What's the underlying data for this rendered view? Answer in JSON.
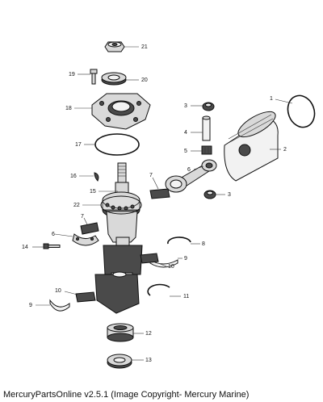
{
  "callouts": {
    "c1": "1",
    "c2": "2",
    "c3a": "3",
    "c3b": "3",
    "c4": "4",
    "c5": "5",
    "c6a": "6",
    "c6b": "6",
    "c7a": "7",
    "c7b": "7",
    "c8": "8",
    "c9a": "9",
    "c9b": "9",
    "c10a": "10",
    "c10b": "10",
    "c11": "11",
    "c12": "12",
    "c13": "13",
    "c14": "14",
    "c15": "15",
    "c16": "16",
    "c17": "17",
    "c18": "18",
    "c19": "19",
    "c20": "20",
    "c21": "21",
    "c22": "22"
  },
  "footer": {
    "text": "MercuryPartsOnline v2.5.1 (Image Copyright- Mercury Marine)"
  }
}
